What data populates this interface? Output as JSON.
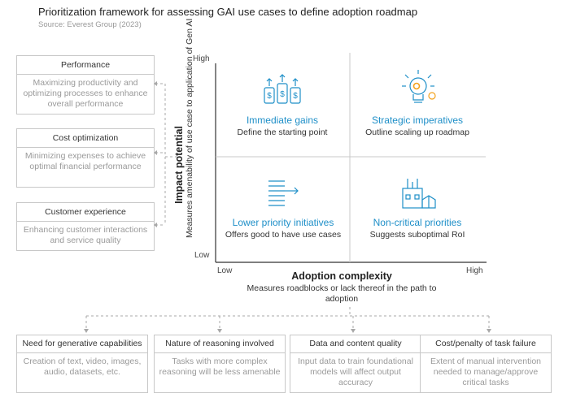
{
  "header": {
    "title": "Prioritization framework for assessing GAI use cases to define adoption roadmap",
    "source": "Source: Everest Group (2023)"
  },
  "left_factors": [
    {
      "title": "Performance",
      "desc": "Maximizing productivity and optimizing processes to enhance overall performance"
    },
    {
      "title": "Cost optimization",
      "desc": "Minimizing expenses to achieve optimal financial performance"
    },
    {
      "title": "Customer experience",
      "desc": "Enhancing customer interactions and service quality"
    }
  ],
  "matrix": {
    "y_axis": {
      "title": "Impact potential",
      "subtitle": "Measures amenability of use case to application of Gen AI",
      "high": "High",
      "low": "Low"
    },
    "x_axis": {
      "title": "Adoption complexity",
      "subtitle": "Measures roadblocks or lack thereof in the path to adoption",
      "low": "Low",
      "high": "High"
    },
    "quadrants": {
      "top_left": {
        "title": "Immediate gains",
        "subtitle": "Define the starting point",
        "icon": "money-growth-icon"
      },
      "top_right": {
        "title": "Strategic imperatives",
        "subtitle": "Outline scaling up roadmap",
        "icon": "lightbulb-gear-icon"
      },
      "bottom_left": {
        "title": "Lower priority initiatives",
        "subtitle": "Offers good to have use cases",
        "icon": "stacked-list-icon"
      },
      "bottom_right": {
        "title": "Non-critical priorities",
        "subtitle": "Suggests suboptimal RoI",
        "icon": "factory-icon"
      }
    },
    "accent_color": "#1e8fc8"
  },
  "bottom_factors": [
    {
      "title": "Need for generative capabilities",
      "desc": "Creation of text, video, images, audio, datasets, etc."
    },
    {
      "title": "Nature of reasoning involved",
      "desc": "Tasks with more complex reasoning will be less amenable"
    },
    {
      "title": "Data and content quality",
      "desc": "Input data to train foundational models will affect output accuracy"
    },
    {
      "title": "Cost/penalty of task failure",
      "desc": "Extent of manual intervention needed to manage/approve critical tasks"
    }
  ]
}
